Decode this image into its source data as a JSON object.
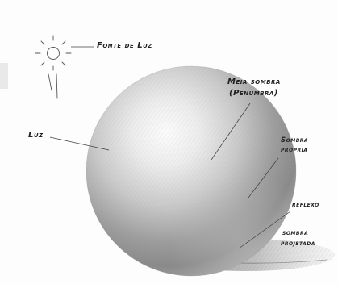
{
  "labels": {
    "light_source": "Fonte de Luz",
    "light": "Luz",
    "half_shadow_line1": "Meia sombra",
    "half_shadow_line2": "(Penumbra)",
    "own_shadow_line1": "Sombra",
    "own_shadow_line2": "propria",
    "reflection": "reflexo",
    "cast_shadow_line1": "sombra",
    "cast_shadow_line2": "projetada"
  },
  "colors": {
    "paper": "#fdfdfd",
    "pencil": "#4a4a4a",
    "shadow": "#6b6b6b"
  }
}
